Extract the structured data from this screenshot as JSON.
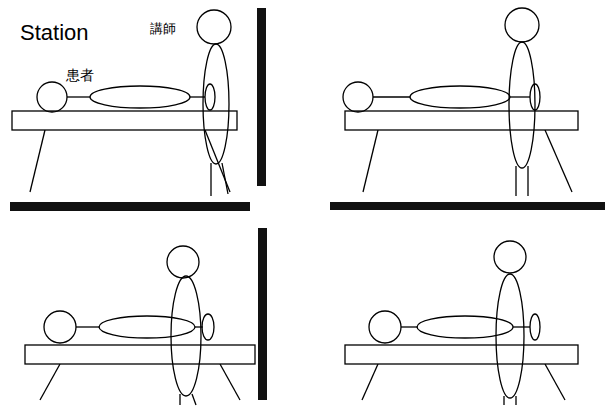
{
  "diagram": {
    "labels": [
      "Station",
      "講師",
      "患者"
    ]
  }
}
